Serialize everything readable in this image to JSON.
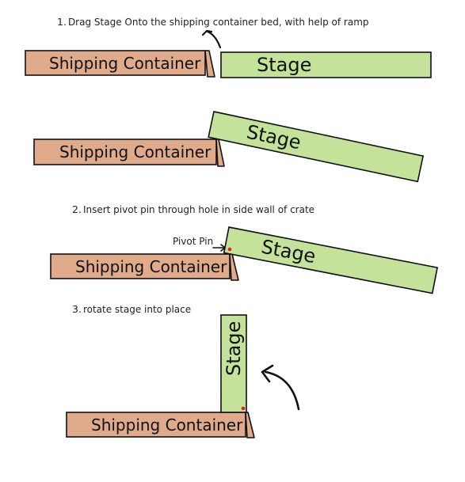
{
  "steps": {
    "step1": {
      "number": "1.",
      "text": "Drag Stage Onto the shipping container bed, with help of ramp"
    },
    "step2": {
      "number": "2.",
      "text": "Insert pivot pin through hole in side wall of crate"
    },
    "step3": {
      "number": "3.",
      "text": "rotate stage into place"
    }
  },
  "labels": {
    "container": "Shipping Container",
    "stage": "Stage",
    "pivot_pin": "Pivot Pin"
  },
  "colors": {
    "container_fill": "#dfab8a",
    "stage_fill": "#c4e29a",
    "pin": "#e02020",
    "outline": "#111111"
  }
}
